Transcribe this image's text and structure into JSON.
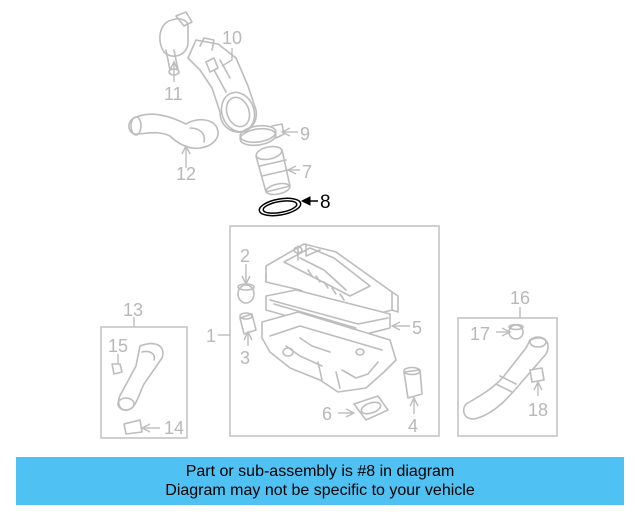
{
  "diagram": {
    "callouts": {
      "p1": "1",
      "p2": "2",
      "p3": "3",
      "p4": "4",
      "p5": "5",
      "p6": "6",
      "p7": "7",
      "p8": "8",
      "p9": "9",
      "p10": "10",
      "p11": "11",
      "p12": "12",
      "p13": "13",
      "p14": "14",
      "p15": "15",
      "p16": "16",
      "p17": "17",
      "p18": "18"
    },
    "highlighted_part": "8"
  },
  "info": {
    "line1": "Part or sub-assembly is #8 in diagram",
    "line2": "Diagram may not be specific to your vehicle"
  },
  "colors": {
    "banner": "#4fc1f2",
    "highlight": "#000000",
    "parts": "#bdbdbd"
  }
}
